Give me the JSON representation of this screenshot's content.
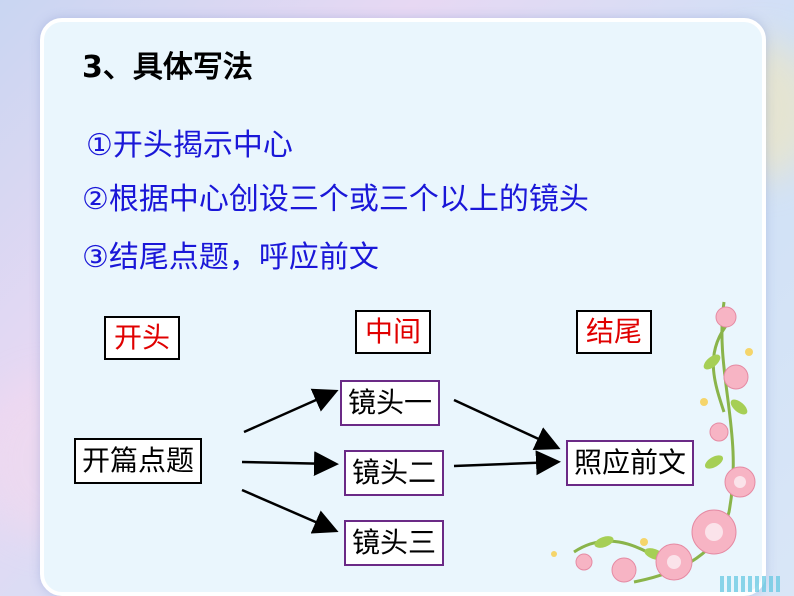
{
  "title": "3、具体写法",
  "points": [
    "①开头揭示中心",
    "②根据中心创设三个或三个以上的镜头",
    "③结尾点题，呼应前文"
  ],
  "headers": {
    "start": "开头",
    "middle": "中间",
    "end": "结尾"
  },
  "nodes": {
    "opening": "开篇点题",
    "shot1": "镜头一",
    "shot2": "镜头二",
    "shot3": "镜头三",
    "ending": "照应前文"
  },
  "colors": {
    "points_text": "#1a17d8",
    "header_text": "#e00000",
    "card_bg": "#eaf6fd",
    "node_border": "#6b2a86"
  },
  "decoration": "rose-flower-border"
}
